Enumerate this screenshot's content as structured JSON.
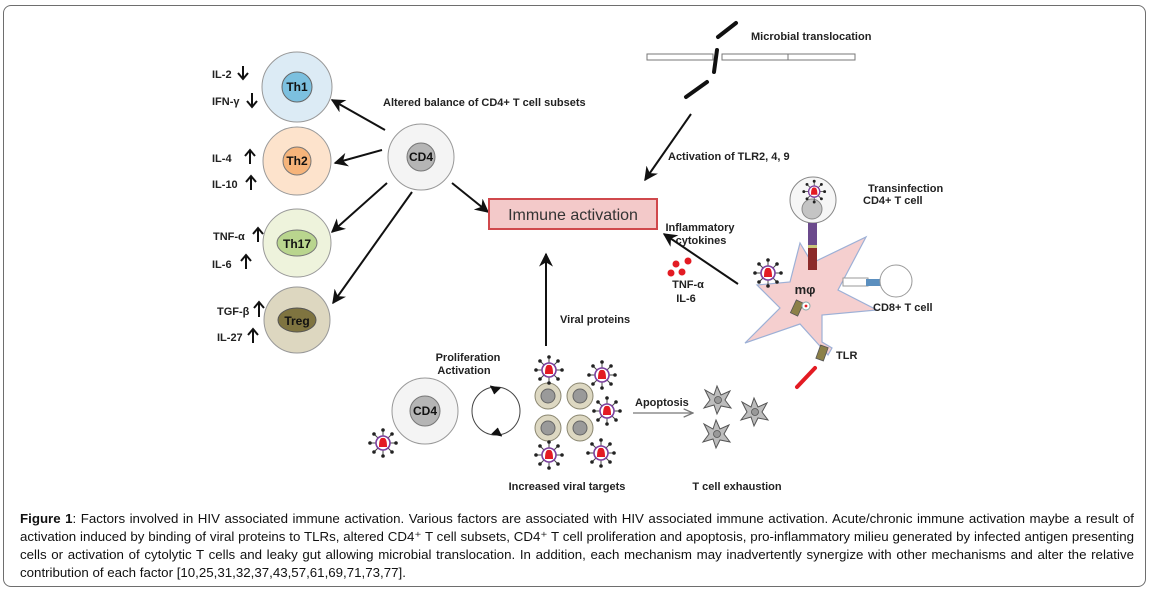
{
  "figure": {
    "th_cells": [
      {
        "name": "Th1",
        "fill_outer": "#dcebf5",
        "fill_inner": "#7cc0df",
        "cytokines": [
          {
            "label": "IL-2",
            "direction": "down"
          },
          {
            "label": "IFN-γ",
            "direction": "down"
          }
        ]
      },
      {
        "name": "Th2",
        "fill_outer": "#fde3cc",
        "fill_inner": "#f6b47a",
        "cytokines": [
          {
            "label": "IL-4",
            "direction": "up"
          },
          {
            "label": "IL-10",
            "direction": "up"
          }
        ]
      },
      {
        "name": "Th17",
        "fill_outer": "#eef3dc",
        "fill_inner": "#b9d58e",
        "cytokines": [
          {
            "label": "TNF-α",
            "direction": "up"
          },
          {
            "label": "IL-6",
            "direction": "up"
          }
        ]
      },
      {
        "name": "Treg",
        "fill_outer": "#ddd7c0",
        "fill_inner": "#7f7440",
        "cytokines": [
          {
            "label": "TGF-β",
            "direction": "up"
          },
          {
            "label": "IL-27",
            "direction": "up"
          }
        ]
      }
    ],
    "cd4_center_label": "CD4",
    "altered_balance_label": "Altered balance of CD4+ T cell subsets",
    "immune_activation_label": "Immune activation",
    "microbial_translocation_label": "Microbial translocation",
    "tlr_activation_label": "Activation of TLR2, 4, 9",
    "inflammatory_label_1": "Inflammatory",
    "inflammatory_label_2": "cytokines",
    "cytokine_tnf": "TNF-α",
    "cytokine_il6": "IL-6",
    "transinfection_label_1": "Transinfection",
    "transinfection_label_2": "CD4+ T cell",
    "macrophage_label": "mφ",
    "cd8_label": "CD8+ T cell",
    "tlr_label": "TLR",
    "viral_proteins_label": "Viral proteins",
    "proliferation_label": "Proliferation",
    "activation_label": "Activation",
    "cd4_bottom_label": "CD4",
    "apoptosis_label": "Apoptosis",
    "increased_targets_label": "Increased viral targets",
    "exhaustion_label": "T cell exhaustion",
    "colors": {
      "immune_box_fill": "#f3c9c9",
      "immune_box_border": "#d0484c",
      "macrophage_fill": "#f5cfcf",
      "virus_core": "#e31b23",
      "virus_ring": "#7b3f9e"
    }
  },
  "caption": {
    "label": "Figure 1",
    "text": ": Factors involved in HIV associated immune activation. Various factors are associated with HIV associated immune activation. Acute/chronic immune activation maybe a result of activation induced by binding of viral proteins to TLRs, altered CD4⁺ T cell subsets, CD4⁺ T cell proliferation and apoptosis, pro-inflammatory milieu generated by infected antigen presenting cells or activation of cytolytic T cells and leaky gut allowing microbial translocation. In addition, each mechanism may inadvertently synergize with other mechanisms and alter the relative contribution of each factor [10,25,31,32,37,43,57,61,69,71,73,77]."
  }
}
